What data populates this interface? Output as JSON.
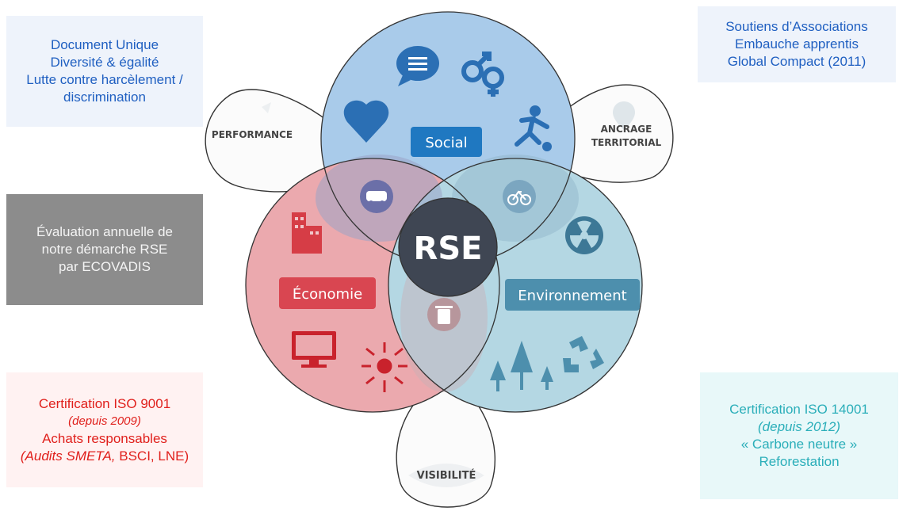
{
  "boxes": {
    "top_left": [
      "Document Unique",
      "Diversité & égalité",
      "Lutte contre harcèlement /",
      "discrimination"
    ],
    "top_right": [
      "Soutiens d’Associations",
      "Embauche apprentis",
      "Global Compact (2011)"
    ],
    "middle_left": [
      "Évaluation annuelle de",
      "notre démarche RSE",
      "par ECOVADIS"
    ],
    "bottom_left": {
      "line1": "Certification ISO 9001",
      "line2": "(depuis 2009)",
      "line3": "Achats responsables",
      "line4_italic": "(Audits SMETA,",
      "line4_rest": " BSCI, LNE)"
    },
    "bottom_right": [
      "Certification ISO 14001",
      "(depuis 2012)",
      "« Carbone neutre »",
      "Reforestation"
    ]
  },
  "diagram": {
    "center_label": "RSE",
    "social_label": "Social",
    "economie_label": "Économie",
    "environnement_label": "Environnement",
    "petals": {
      "performance": "PERFORMANCE",
      "ancrage_line1": "ANCRAGE",
      "ancrage_line2": "TERRITORIAL",
      "visibilite": "VISIBILITÉ"
    },
    "colors": {
      "social": "#a9cbea",
      "economie": "#eba9ae",
      "environnement": "#b4d7e3",
      "center": "#3f4653",
      "social_tag": "#1f78c1",
      "economie_tag": "#d94651",
      "environnement_tag": "#4d8fad"
    }
  }
}
